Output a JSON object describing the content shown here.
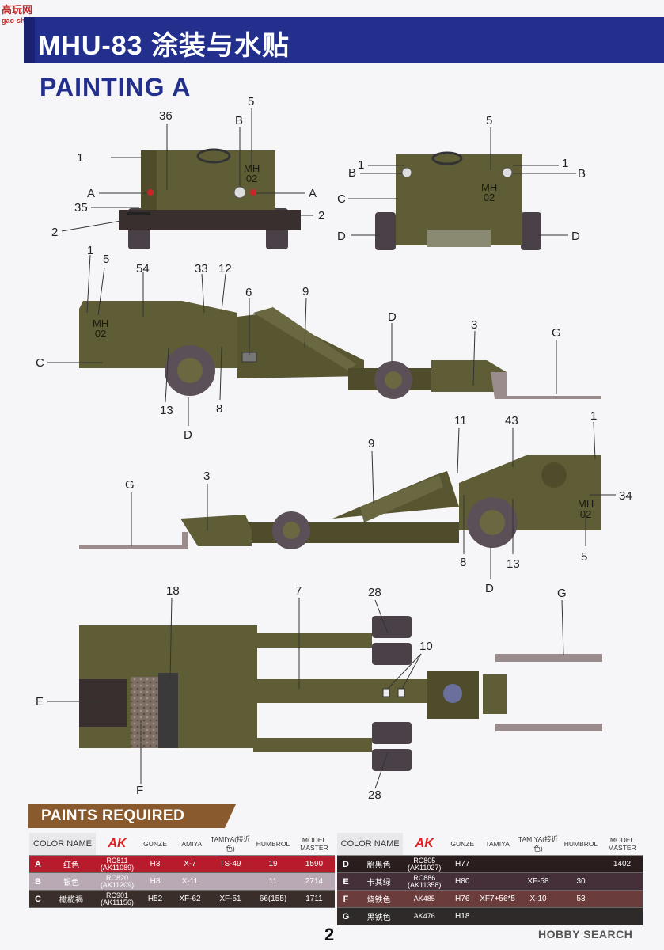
{
  "watermark_top": {
    "text": "高玩网",
    "sub": "gao-shou.com"
  },
  "header": {
    "title": "MHU-83 涂装与水贴"
  },
  "painting_title": "PAINTING  A",
  "view_rear": {
    "callouts": [
      "36",
      "5",
      "B",
      "1",
      "A",
      "A",
      "35",
      "2",
      "2"
    ],
    "plate": [
      "MH",
      "02"
    ]
  },
  "view_front": {
    "callouts": [
      "5",
      "1",
      "1",
      "B",
      "B",
      "C",
      "D",
      "D"
    ],
    "plate": [
      "MH",
      "02"
    ]
  },
  "view_left": {
    "callouts": [
      "1",
      "5",
      "54",
      "33",
      "12",
      "6",
      "9",
      "D",
      "3",
      "G",
      "C",
      "13",
      "D",
      "8"
    ],
    "plate": [
      "MH",
      "02"
    ]
  },
  "view_right": {
    "callouts": [
      "1",
      "11",
      "43",
      "9",
      "G",
      "3",
      "34",
      "8",
      "13",
      "D",
      "5"
    ],
    "plate": [
      "MH",
      "02"
    ]
  },
  "view_top": {
    "callouts": [
      "18",
      "7",
      "28",
      "G",
      "10",
      "E",
      "F",
      "28"
    ]
  },
  "paints": {
    "banner": "PAINTS REQUIRED",
    "headers": {
      "color_name": "COLOR NAME",
      "ak": "AK",
      "gunze": "GUNZE",
      "tamiya": "TAMIYA",
      "tamiya_near": "TAMIYA(接近色)",
      "humbrol": "HUMBROL",
      "model_master": "MODEL MASTER"
    },
    "left_rows": [
      {
        "key": "A",
        "name": "红色",
        "ak": "RC811 (AK11089)",
        "gunze": "H3",
        "tamiya": "X-7",
        "tamiya_near": "TS-49",
        "humbrol": "19",
        "model_master": "1590"
      },
      {
        "key": "B",
        "name": "银色",
        "ak": "RC820 (AK11209)",
        "gunze": "H8",
        "tamiya": "X-11",
        "tamiya_near": "",
        "humbrol": "11",
        "model_master": "2714"
      },
      {
        "key": "C",
        "name": "橄榄褐",
        "ak": "RC901 (AK11156)",
        "gunze": "H52",
        "tamiya": "XF-62",
        "tamiya_near": "XF-51",
        "humbrol": "66(155)",
        "model_master": "1711"
      }
    ],
    "right_rows": [
      {
        "key": "D",
        "name": "胎黑色",
        "ak": "RC805 (AK11027)",
        "gunze": "H77",
        "tamiya": "",
        "tamiya_near": "",
        "humbrol": "",
        "model_master": "1402"
      },
      {
        "key": "E",
        "name": "卡其绿",
        "ak": "RC886 (AK11358)",
        "gunze": "H80",
        "tamiya": "",
        "tamiya_near": "XF-58",
        "humbrol": "30",
        "model_master": ""
      },
      {
        "key": "F",
        "name": "烧铁色",
        "ak": "AK485",
        "gunze": "H76",
        "tamiya": "XF7+56*5",
        "tamiya_near": "X-10",
        "humbrol": "53",
        "model_master": ""
      },
      {
        "key": "G",
        "name": "黑铁色",
        "ak": "AK476",
        "gunze": "H18",
        "tamiya": "",
        "tamiya_near": "",
        "humbrol": "",
        "model_master": ""
      }
    ],
    "row_colors": {
      "A": "#b71c2c",
      "B": "#b9a9b5",
      "C": "#3a2e2a",
      "D": "#2a1d1d",
      "E": "#45303a",
      "F": "#6a3c3c",
      "G": "#2f2a2a"
    }
  },
  "page_number": "2",
  "watermark_bottom": "HOBBY SEARCH"
}
